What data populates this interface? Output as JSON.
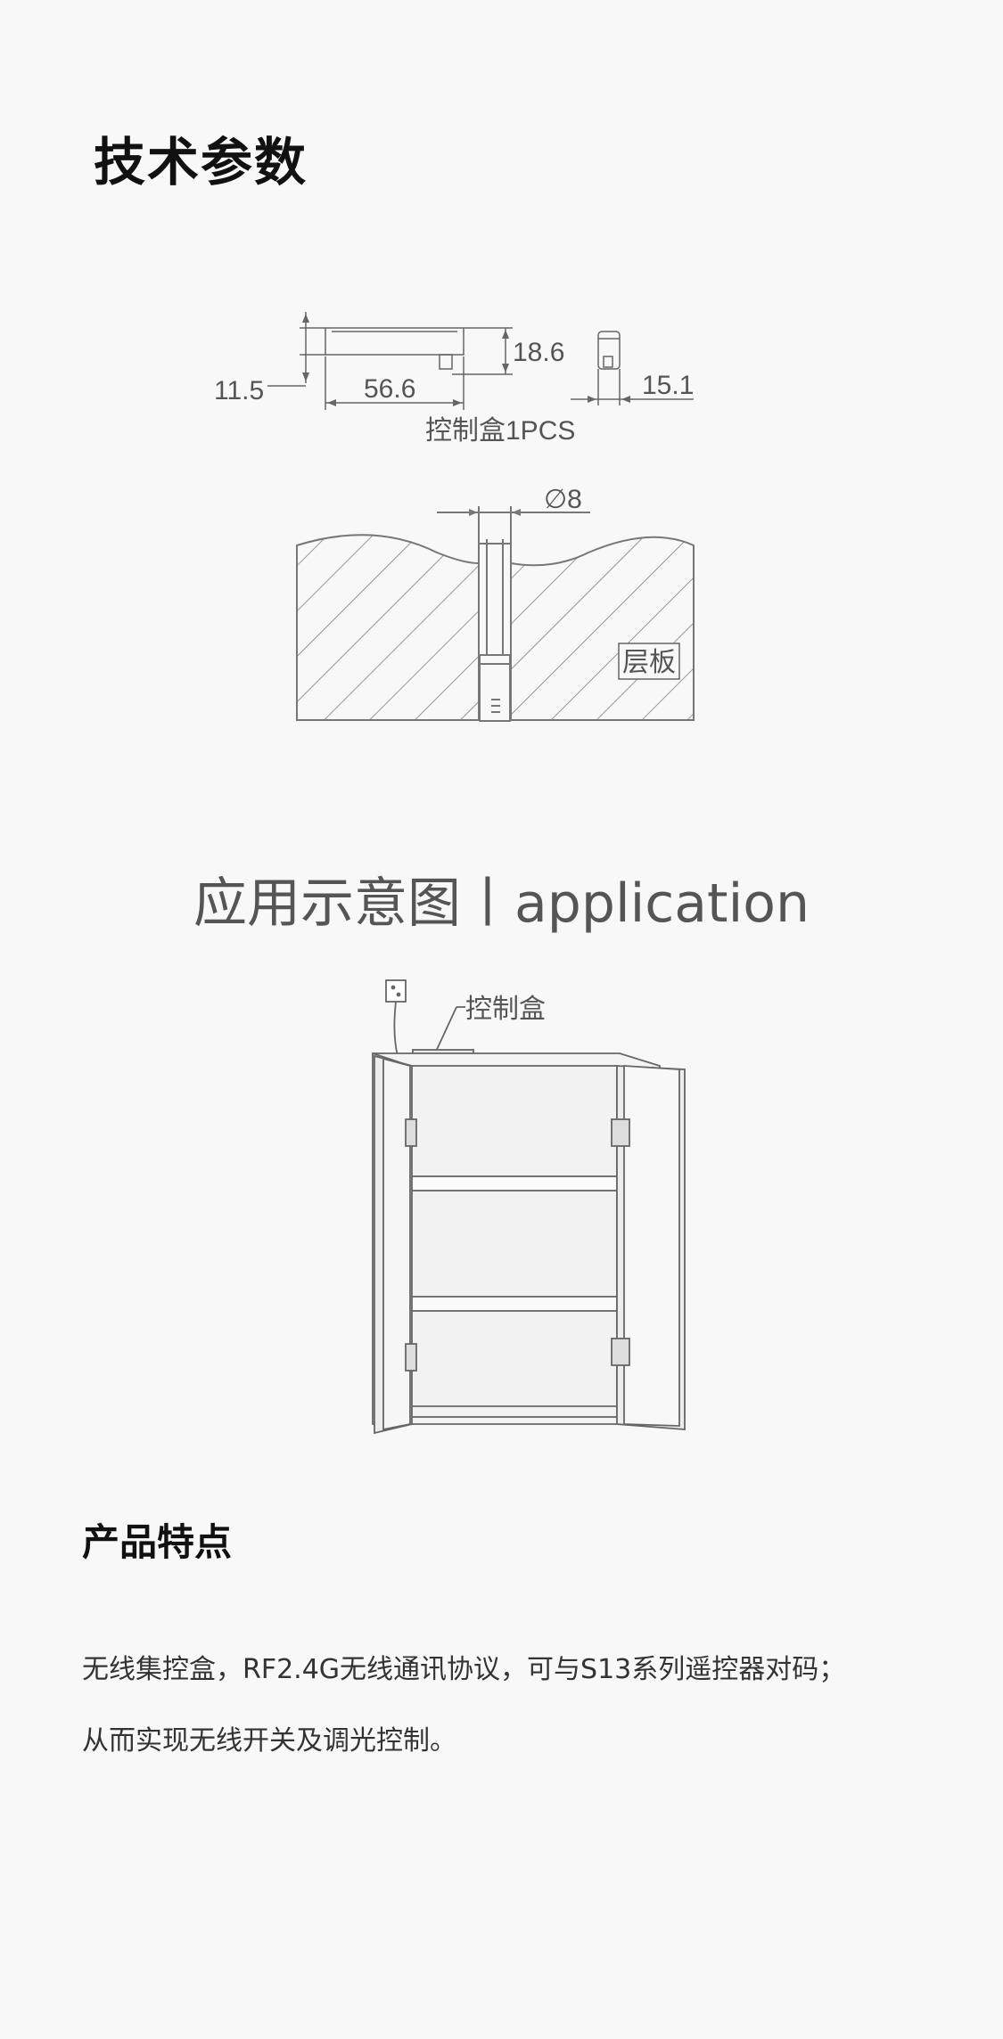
{
  "spec": {
    "title": "技术参数",
    "dims": {
      "height_left": "11.5",
      "length": "56.6",
      "height_right": "18.6",
      "width": "15.1",
      "caption": "控制盒1PCS",
      "hole_diameter": "∅8",
      "shelf_label": "层板"
    }
  },
  "application": {
    "title": "应用示意图丨application",
    "box_label": "控制盒"
  },
  "features": {
    "title": "产品特点",
    "lines": [
      "无线集控盒，RF2.4G无线通讯协议，可与S13系列遥控器对码；",
      "从而实现无线开关及调光控制。"
    ]
  }
}
